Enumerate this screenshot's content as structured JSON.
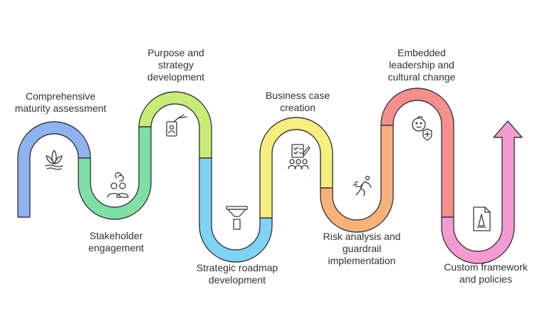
{
  "colors": {
    "outline": "#3a3a3a",
    "seg1": "#8fb3f0",
    "seg2": "#7fe0a6",
    "seg3": "#c9ec78",
    "seg4": "#7fd3f5",
    "seg5": "#f6ee7e",
    "seg6": "#f7b27a",
    "seg7": "#f58f8d",
    "seg8": "#f59bd3"
  },
  "steps": [
    {
      "label": [
        "Comprehensive",
        "maturity assessment"
      ],
      "icon": "sprout-icon"
    },
    {
      "label": [
        "Stakeholder",
        "engagement"
      ],
      "icon": "people-icon"
    },
    {
      "label": [
        "Purpose and",
        "strategy",
        "development"
      ],
      "icon": "id-card-icon"
    },
    {
      "label": [
        "Strategic roadmap",
        "development"
      ],
      "icon": "funnel-icon"
    },
    {
      "label": [
        "Business case",
        "creation"
      ],
      "icon": "team-checklist-icon"
    },
    {
      "label": [
        "Risk analysis and",
        "guardrail",
        "implementation"
      ],
      "icon": "runner-icon"
    },
    {
      "label": [
        "Embedded",
        "leadership and",
        "cultural change"
      ],
      "icon": "face-shield-icon"
    },
    {
      "label": [
        "Custom framework",
        "and policies"
      ],
      "icon": "document-cone-icon"
    }
  ],
  "arrow_icon": "up-arrow-icon"
}
